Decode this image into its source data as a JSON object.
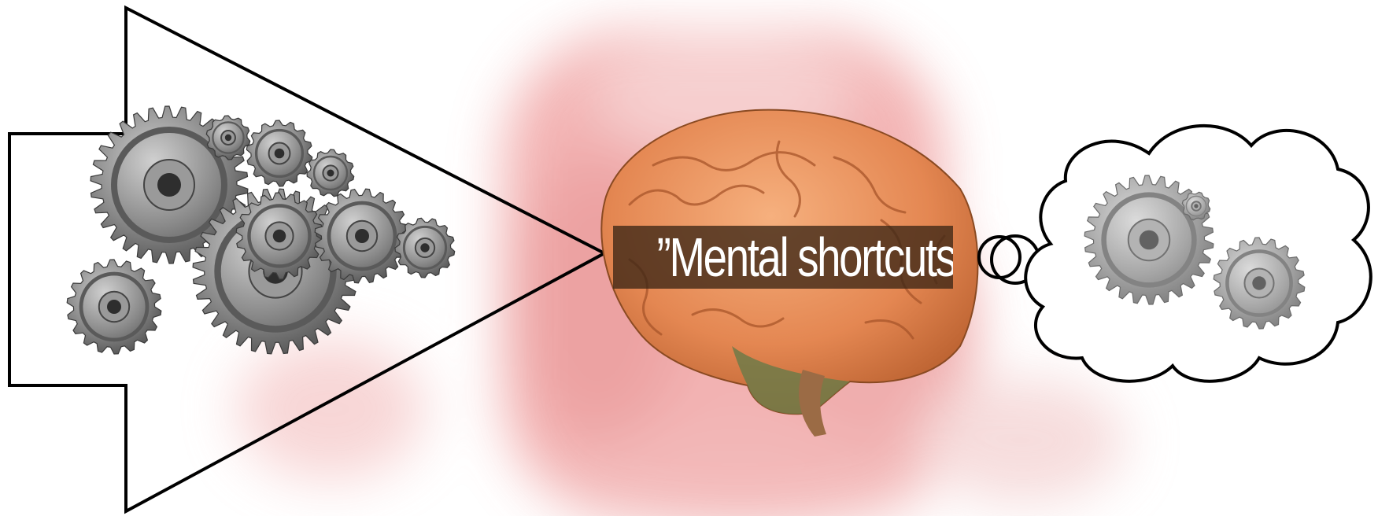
{
  "caption": {
    "text": "”Mental shortcuts”"
  },
  "icons": {
    "arrow": "arrow-shape",
    "gears_large": "gear-cluster-icon",
    "brain": "brain-icon",
    "thought_bubble": "thought-bubble",
    "gears_small": "gear-pair-icon",
    "background": "blurred-red-photo"
  },
  "colors": {
    "outline": "#000000",
    "gear_metal": "#8c8c8c",
    "brain": "#e8935a",
    "background_tint": "#f2b8b8"
  }
}
